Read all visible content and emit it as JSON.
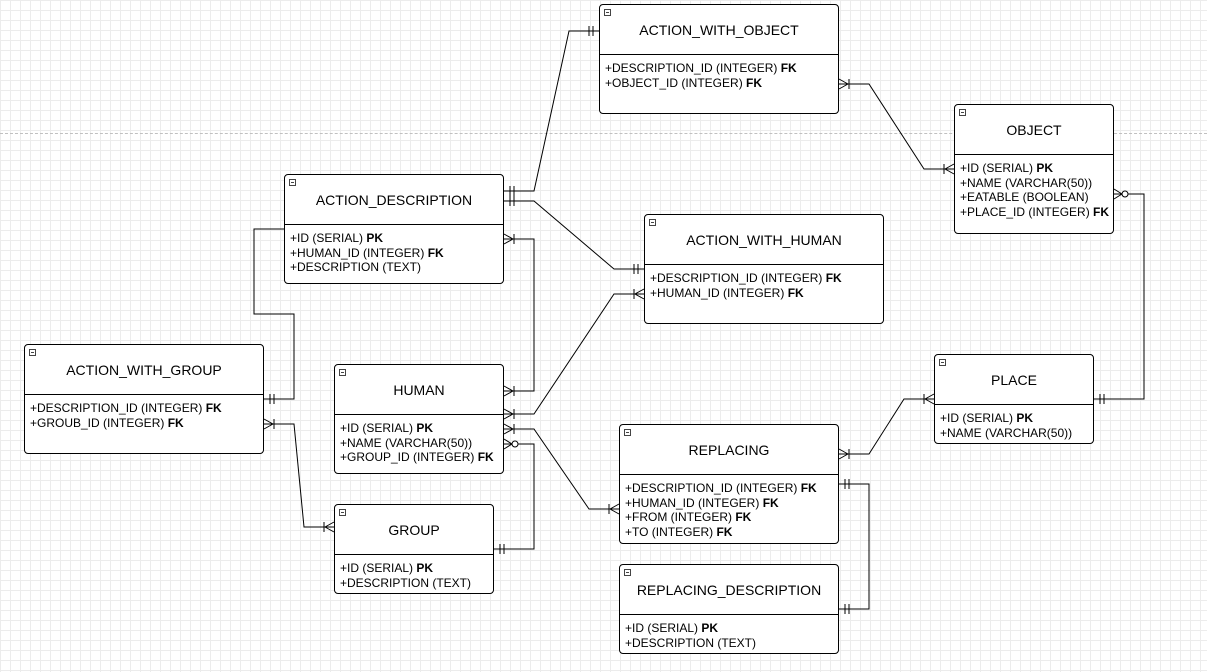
{
  "entities": [
    {
      "id": "action_with_object",
      "name": "ACTION_WITH_OBJECT",
      "fields": [
        {
          "text": "+DESCRIPTION_ID (INTEGER)",
          "key": "FK"
        },
        {
          "text": "+OBJECT_ID (INTEGER)",
          "key": "FK"
        }
      ]
    },
    {
      "id": "object",
      "name": "OBJECT",
      "fields": [
        {
          "text": "+ID (SERIAL)",
          "key": "PK"
        },
        {
          "text": "+NAME (VARCHAR(50))",
          "key": ""
        },
        {
          "text": "+EATABLE (BOOLEAN)",
          "key": ""
        },
        {
          "text": "+PLACE_ID (INTEGER)",
          "key": "FK"
        }
      ]
    },
    {
      "id": "action_description",
      "name": "ACTION_DESCRIPTION",
      "fields": [
        {
          "text": "+ID (SERIAL)",
          "key": "PK"
        },
        {
          "text": "+HUMAN_ID (INTEGER)",
          "key": "FK"
        },
        {
          "text": "+DESCRIPTION (TEXT)",
          "key": ""
        }
      ]
    },
    {
      "id": "action_with_human",
      "name": "ACTION_WITH_HUMAN",
      "fields": [
        {
          "text": "+DESCRIPTION_ID (INTEGER)",
          "key": "FK"
        },
        {
          "text": "+HUMAN_ID (INTEGER)",
          "key": "FK"
        }
      ]
    },
    {
      "id": "action_with_group",
      "name": "ACTION_WITH_GROUP",
      "fields": [
        {
          "text": "+DESCRIPTION_ID (INTEGER)",
          "key": "FK"
        },
        {
          "text": "+GROUB_ID (INTEGER)",
          "key": "FK"
        }
      ]
    },
    {
      "id": "human",
      "name": "HUMAN",
      "fields": [
        {
          "text": "+ID (SERIAL)",
          "key": "PK"
        },
        {
          "text": "+NAME (VARCHAR(50))",
          "key": ""
        },
        {
          "text": "+GROUP_ID (INTEGER)",
          "key": "FK"
        }
      ]
    },
    {
      "id": "place",
      "name": "PLACE",
      "fields": [
        {
          "text": "+ID (SERIAL)",
          "key": "PK"
        },
        {
          "text": "+NAME (VARCHAR(50))",
          "key": ""
        }
      ]
    },
    {
      "id": "replacing",
      "name": "REPLACING",
      "fields": [
        {
          "text": "+DESCRIPTION_ID (INTEGER)",
          "key": "FK"
        },
        {
          "text": "+HUMAN_ID (INTEGER)",
          "key": "FK"
        },
        {
          "text": "+FROM (INTEGER)",
          "key": "FK"
        },
        {
          "text": "+TO (INTEGER)",
          "key": "FK"
        }
      ]
    },
    {
      "id": "group",
      "name": "GROUP",
      "fields": [
        {
          "text": "+ID (SERIAL)",
          "key": "PK"
        },
        {
          "text": "+DESCRIPTION (TEXT)",
          "key": ""
        }
      ]
    },
    {
      "id": "replacing_description",
      "name": "REPLACING_DESCRIPTION",
      "fields": [
        {
          "text": "+ID (SERIAL)",
          "key": "PK"
        },
        {
          "text": "+DESCRIPTION (TEXT)",
          "key": ""
        }
      ]
    }
  ],
  "relationships": [
    {
      "from": "action_description",
      "to": "action_with_object",
      "from_card": "one",
      "to_card": "one"
    },
    {
      "from": "action_with_object",
      "to": "object",
      "from_card": "many",
      "to_card": "many"
    },
    {
      "from": "action_description",
      "to": "action_with_human",
      "from_card": "one",
      "to_card": "one"
    },
    {
      "from": "action_description",
      "to": "human",
      "from_card": "many",
      "to_card": "many"
    },
    {
      "from": "action_description",
      "to": "action_with_group",
      "from_card": "one",
      "to_card": "one"
    },
    {
      "from": "action_with_group",
      "to": "group",
      "from_card": "many",
      "to_card": "many"
    },
    {
      "from": "human",
      "to": "action_with_human",
      "from_card": "many",
      "to_card": "many"
    },
    {
      "from": "human",
      "to": "group",
      "from_card": "zero-many",
      "to_card": "one"
    },
    {
      "from": "human",
      "to": "replacing",
      "from_card": "many",
      "to_card": "many"
    },
    {
      "from": "replacing",
      "to": "place",
      "from_card": "many",
      "to_card": "many"
    },
    {
      "from": "object",
      "to": "place",
      "from_card": "zero-many",
      "to_card": "one"
    },
    {
      "from": "replacing",
      "to": "replacing_description",
      "from_card": "one",
      "to_card": "one"
    }
  ]
}
